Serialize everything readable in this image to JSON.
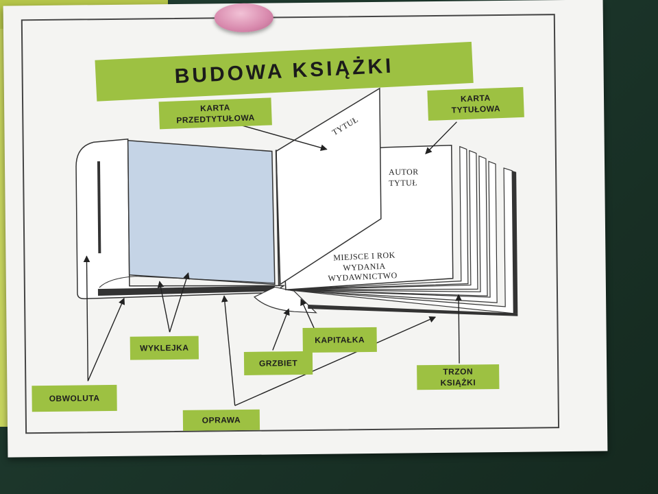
{
  "title": "BUDOWA KSIĄŻKI",
  "labels": {
    "karta_przedtytulowa": [
      "KARTA",
      "PRZEDTYTUŁOWA"
    ],
    "karta_tytulowa": [
      "KARTA",
      "TYTUŁOWA"
    ],
    "wyklejka": "WYKLEJKA",
    "obwoluta": "OBWOLUTA",
    "grzbiet": "GRZBIET",
    "kapitalka": "KAPITAŁKA",
    "oprawa": "OPRAWA",
    "trzon_ksiazki": [
      "TRZON",
      "KSIĄŻKI"
    ]
  },
  "page_text": {
    "half_title": "TYTUŁ",
    "author": "AUTOR",
    "title": "TYTUŁ",
    "imprint": [
      "MIEJSCE I ROK",
      "WYDANIA",
      "WYDAWNICTWO"
    ]
  },
  "colors": {
    "label_green": "#9dc142",
    "poster_green": "#b5c54a",
    "board": "#1f3a2e",
    "endpaper_blue": "#c5d4e6",
    "cover_dark": "#333333"
  }
}
